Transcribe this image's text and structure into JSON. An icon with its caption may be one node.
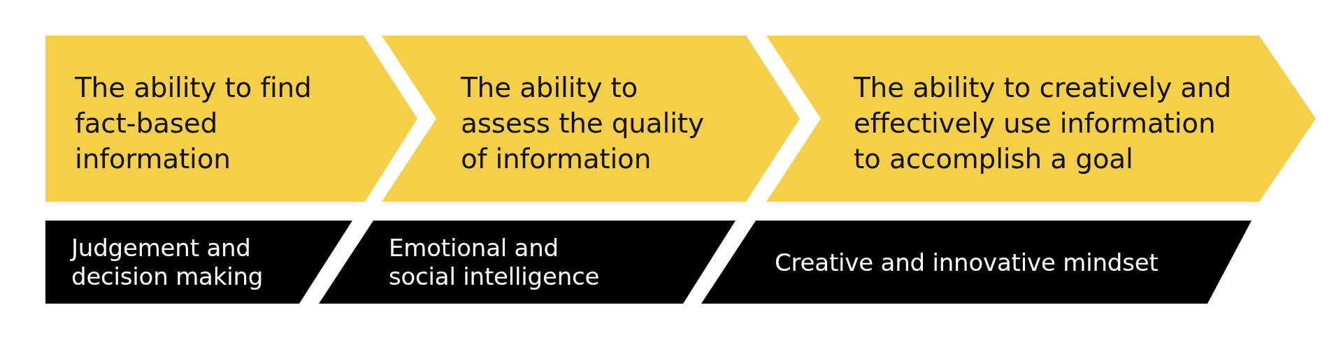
{
  "diagram": {
    "nodes": [
      {
        "text": [
          "The ability to find fact-based information"
        ]
      },
      {
        "text": [
          "The ability to assess the quality of information"
        ]
      },
      {
        "text": [
          "The ability to creatively and effectively use information to accomplish a goal"
        ]
      },
      {
        "text": [
          "Judgement and decision making"
        ]
      },
      {
        "text": [
          "Emotional and social intelligence"
        ]
      },
      {
        "text": [
          "Creative and innovative mindset"
        ]
      }
    ]
  }
}
